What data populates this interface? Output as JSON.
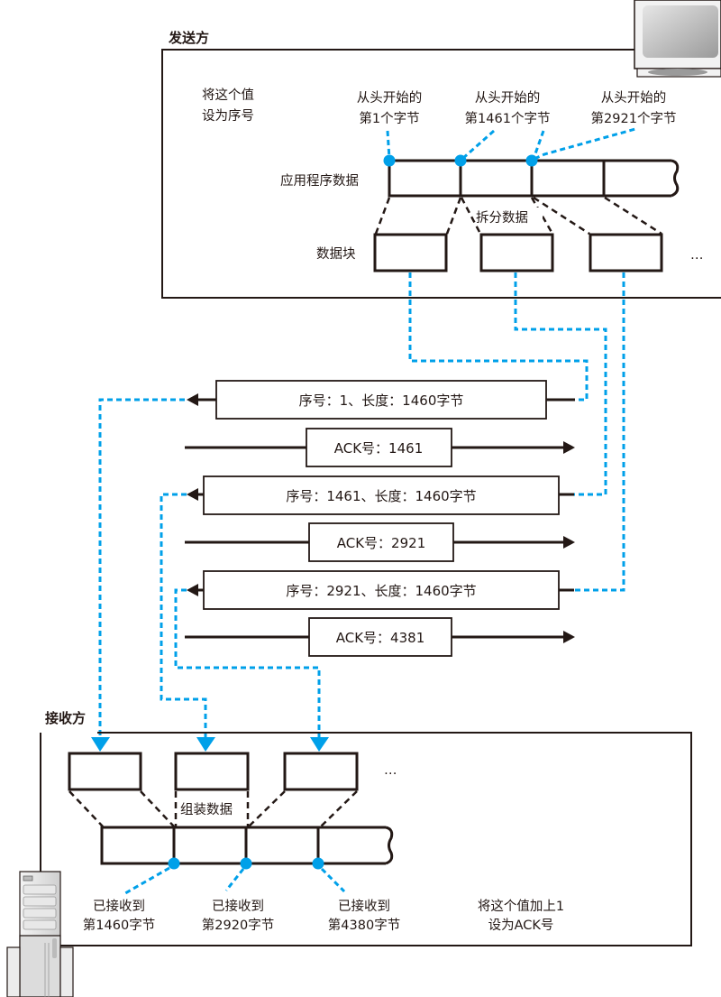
{
  "colors": {
    "accent": "#00a0e9",
    "line": "#231815"
  },
  "sender": {
    "title": "发送方",
    "icon": "desktop-computer-icon",
    "note_line1": "将这个值",
    "note_line2": "设为序号",
    "app_data_label": "应用程序数据",
    "split_label": "拆分数据",
    "chunk_label": "数据块",
    "ellipsis": "…",
    "markers": [
      {
        "line1": "从头开始的",
        "line2": "第1个字节"
      },
      {
        "line1": "从头开始的",
        "line2": "第1461个字节"
      },
      {
        "line1": "从头开始的",
        "line2": "第2921个字节"
      }
    ]
  },
  "packets": [
    {
      "direction": "to-receiver",
      "text": "序号：1、长度：1460字节"
    },
    {
      "direction": "to-sender",
      "text": "ACK号：1461"
    },
    {
      "direction": "to-receiver",
      "text": "序号：1461、长度：1460字节"
    },
    {
      "direction": "to-sender",
      "text": "ACK号：2921"
    },
    {
      "direction": "to-receiver",
      "text": "序号：2921、长度：1460字节"
    },
    {
      "direction": "to-sender",
      "text": "ACK号：4381"
    }
  ],
  "receiver": {
    "title": "接收方",
    "icon": "server-tower-icon",
    "assemble_label": "组装数据",
    "ellipsis": "…",
    "note_line1": "将这个值加上1",
    "note_line2": "设为ACK号",
    "markers": [
      {
        "line1": "已接收到",
        "line2": "第1460字节"
      },
      {
        "line1": "已接收到",
        "line2": "第2920字节"
      },
      {
        "line1": "已接收到",
        "line2": "第4380字节"
      }
    ]
  }
}
